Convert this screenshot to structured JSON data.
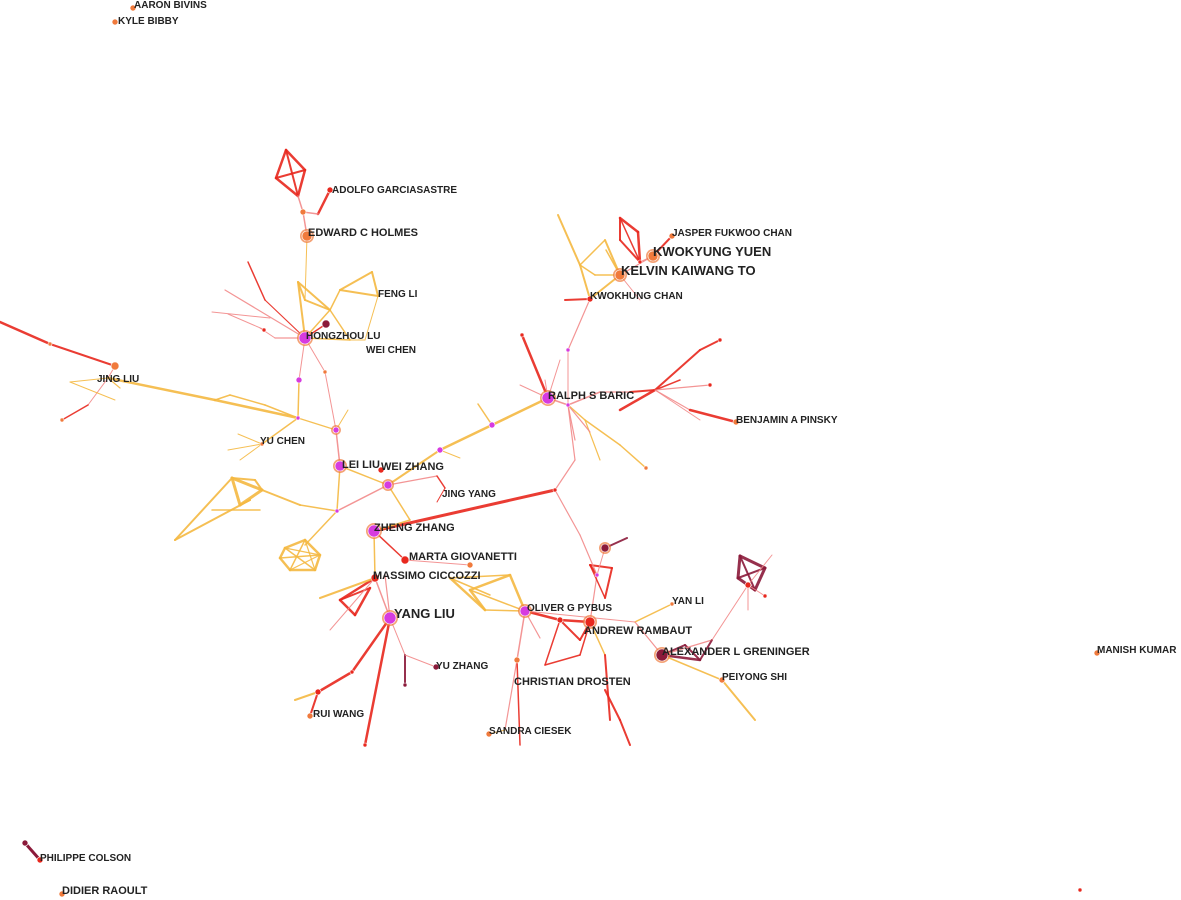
{
  "network": {
    "colors": {
      "yellow": "#f5b942",
      "orange": "#f07a3c",
      "red": "#e8281e",
      "pink": "#f28a8a",
      "dark": "#8b1a3a",
      "magenta": "#d63be0"
    },
    "authors": [
      {
        "id": "aaron-bivins",
        "label": "AARON BIVINS"
      },
      {
        "id": "kyle-bibby",
        "label": "KYLE BIBBY"
      },
      {
        "id": "adolfo-garciasastre",
        "label": "ADOLFO GARCIASASTRE"
      },
      {
        "id": "edward-c-holmes",
        "label": "EDWARD C HOLMES"
      },
      {
        "id": "feng-li",
        "label": "FENG LI"
      },
      {
        "id": "hongzhou-lu",
        "label": "HONGZHOU LU"
      },
      {
        "id": "wei-chen",
        "label": "WEI CHEN"
      },
      {
        "id": "jing-liu",
        "label": "JING LIU"
      },
      {
        "id": "yu-chen",
        "label": "YU CHEN"
      },
      {
        "id": "lei-liu",
        "label": "LEI LIU"
      },
      {
        "id": "wei-zhang",
        "label": "WEI ZHANG"
      },
      {
        "id": "jing-yang",
        "label": "JING YANG"
      },
      {
        "id": "zheng-zhang",
        "label": "ZHENG ZHANG"
      },
      {
        "id": "marta-giovanetti",
        "label": "MARTA GIOVANETTI"
      },
      {
        "id": "massimo-ciccozzi",
        "label": "MASSIMO CICCOZZI"
      },
      {
        "id": "yang-liu",
        "label": "YANG LIU"
      },
      {
        "id": "yu-zhang",
        "label": "YU ZHANG"
      },
      {
        "id": "rui-wang",
        "label": "RUI WANG"
      },
      {
        "id": "jasper-fukwoo-chan",
        "label": "JASPER FUKWOO CHAN"
      },
      {
        "id": "kwokyung-yuen",
        "label": "KWOKYUNG YUEN"
      },
      {
        "id": "kelvin-kaiwang-to",
        "label": "KELVIN KAIWANG TO"
      },
      {
        "id": "kwokhung-chan",
        "label": "KWOKHUNG CHAN"
      },
      {
        "id": "ralph-s-baric",
        "label": "RALPH S BARIC"
      },
      {
        "id": "benjamin-a-pinsky",
        "label": "BENJAMIN A PINSKY"
      },
      {
        "id": "oliver-g-pybus",
        "label": "OLIVER G PYBUS"
      },
      {
        "id": "andrew-rambaut",
        "label": "ANDREW RAMBAUT"
      },
      {
        "id": "yan-li",
        "label": "YAN LI"
      },
      {
        "id": "alexander-l-greninger",
        "label": "ALEXANDER L GRENINGER"
      },
      {
        "id": "peiyong-shi",
        "label": "PEIYONG SHI"
      },
      {
        "id": "christian-drosten",
        "label": "CHRISTIAN DROSTEN"
      },
      {
        "id": "sandra-ciesek",
        "label": "SANDRA CIESEK"
      },
      {
        "id": "manish-kumar",
        "label": "MANISH KUMAR"
      },
      {
        "id": "philippe-colson",
        "label": "PHILIPPE COLSON"
      },
      {
        "id": "didier-raoult",
        "label": "DIDIER RAOULT"
      }
    ]
  }
}
